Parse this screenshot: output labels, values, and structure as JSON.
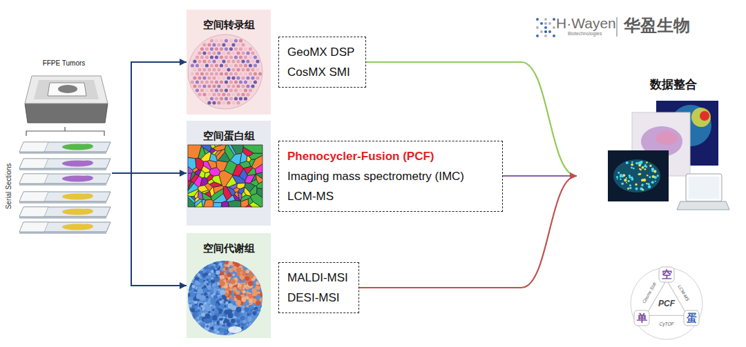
{
  "diagram": {
    "nodes": [
      {
        "text": [
          "FFPE Tumors"
        ]
      },
      {
        "text": [
          "Serial Sections"
        ]
      },
      {
        "text": [
          "空间转录组"
        ]
      },
      {
        "text": [
          "GeoMX DSP",
          "CosMX SMI"
        ]
      },
      {
        "text": [
          "空间蛋白组"
        ]
      },
      {
        "text": [
          "Phenocycler-Fusion (PCF)",
          "Imaging mass spectrometry (IMC)",
          "LCM-MS"
        ]
      },
      {
        "text": [
          "空间代谢组"
        ]
      },
      {
        "text": [
          "MALDI-MSI",
          "DESI-MSI"
        ]
      },
      {
        "text": [
          "数据整合"
        ]
      }
    ],
    "edges": [
      {
        "from": 1,
        "to": 2,
        "arrow": "to"
      },
      {
        "from": 1,
        "to": 4,
        "arrow": "to"
      },
      {
        "from": 1,
        "to": 6,
        "arrow": "to"
      },
      {
        "from": 3,
        "to": 8,
        "arrow": "to"
      },
      {
        "from": 5,
        "to": 8,
        "arrow": "to"
      },
      {
        "from": 7,
        "to": 8,
        "arrow": "to"
      }
    ],
    "labels": [
      "H·Wayen",
      "Biotechnologies",
      "华盈生物",
      "空",
      "单",
      "蛋",
      "PCF",
      "Cosmx SMI",
      "LCM-MS",
      "CyTOF"
    ]
  }
}
